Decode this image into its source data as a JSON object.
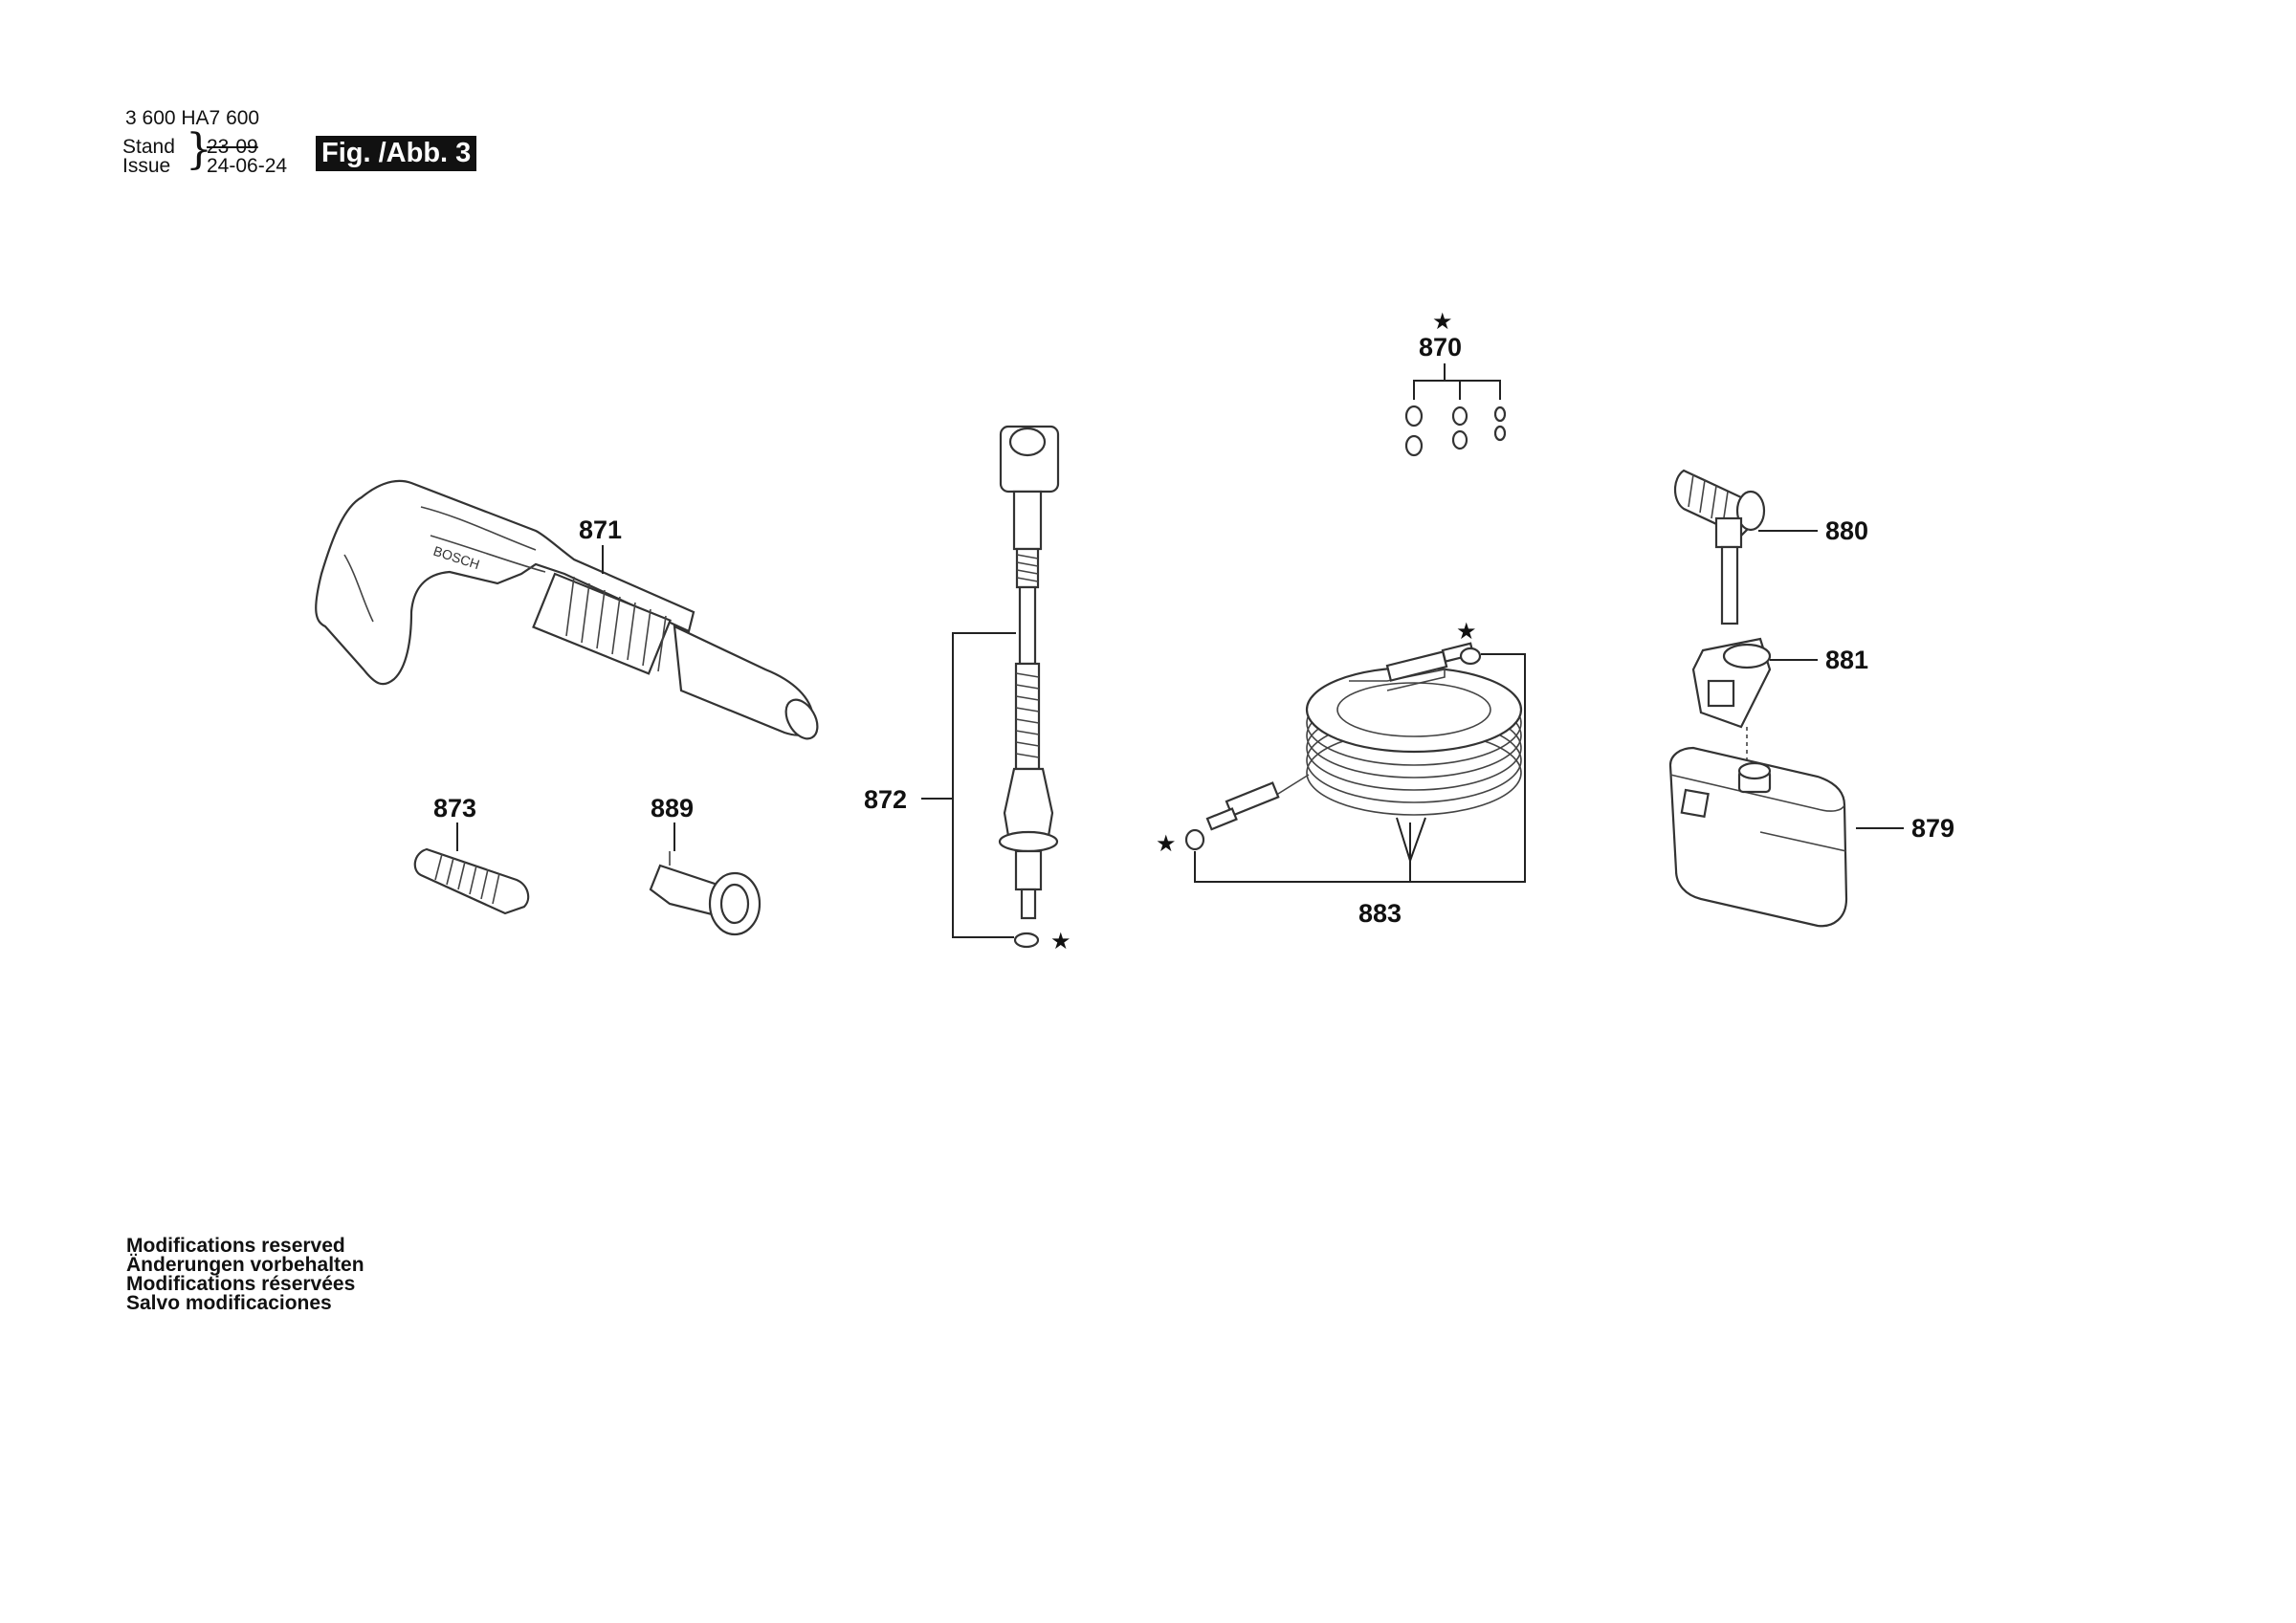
{
  "header": {
    "part_number": "3 600 HA7 600",
    "stand_label": "Stand",
    "issue_label": "Issue",
    "stand_value": "23-09",
    "issue_value": "24-06-24",
    "figure_label": "Fig. /Abb. 3"
  },
  "callouts": {
    "c870": "870",
    "c871": "871",
    "c872": "872",
    "c873": "873",
    "c889": "889",
    "c883": "883",
    "c880": "880",
    "c881": "881",
    "c879": "879"
  },
  "star_symbol": "★",
  "footer_notes": [
    "Modifications reserved",
    "Änderungen vorbehalten",
    "Modifications réservées",
    "Salvo modificaciones"
  ]
}
